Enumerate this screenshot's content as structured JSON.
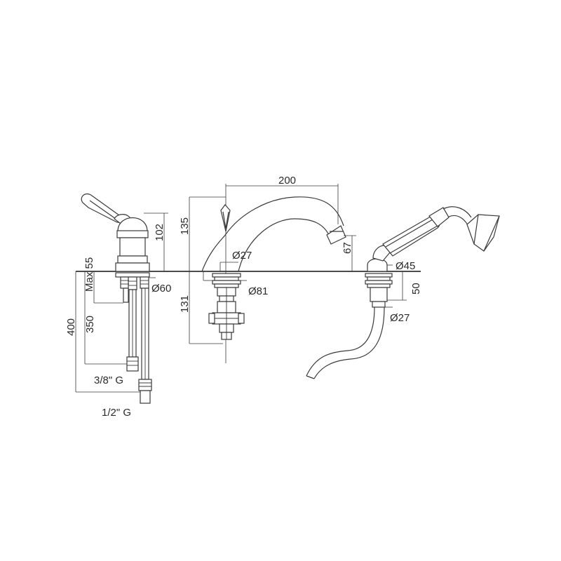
{
  "labels": {
    "dim_200": "200",
    "dim_135": "135",
    "dim_102": "102",
    "dim_67": "67",
    "dim_max55": "Max 55",
    "dia_27_spout": "Ø27",
    "dia_45": "Ø45",
    "dia_60": "Ø60",
    "dia_81": "Ø81",
    "dim_50": "50",
    "dim_131": "131",
    "dim_400": "400",
    "dim_350": "350",
    "dia_27_shower": "Ø27",
    "thread_38": "3/8\" G",
    "thread_12": "1/2\" G"
  },
  "icons": {
    "lever_handle": "lever-handle-icon",
    "spout": "spout-icon",
    "hand_shower": "hand-shower-icon",
    "hose": "hose-icon"
  }
}
